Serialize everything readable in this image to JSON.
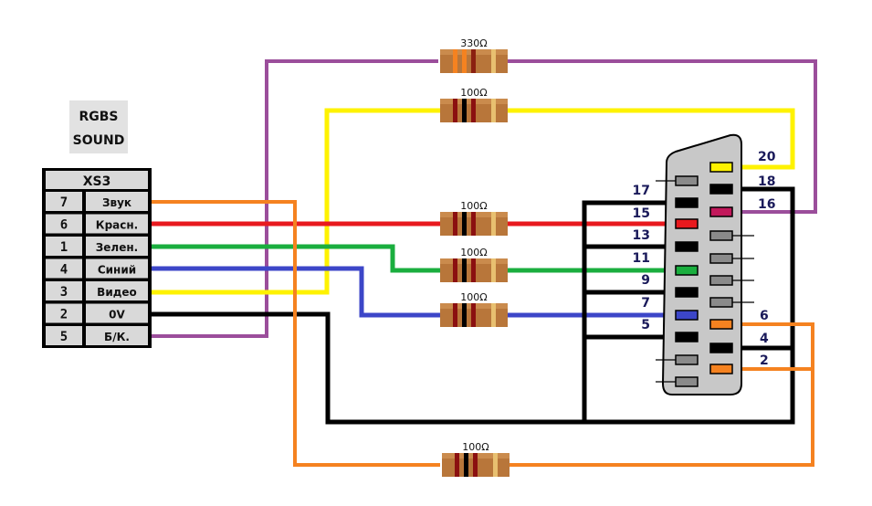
{
  "header": {
    "line1": "RGBS",
    "line2": "SOUND"
  },
  "connector_xs3": {
    "title": "XS3",
    "rows": [
      {
        "pin": "7",
        "signal": "Звук",
        "wire_color": "#f58220"
      },
      {
        "pin": "6",
        "signal": "Красн.",
        "wire_color": "#e8191e"
      },
      {
        "pin": "1",
        "signal": "Зелен.",
        "wire_color": "#1aae3e"
      },
      {
        "pin": "4",
        "signal": "Синий",
        "wire_color": "#3c46c8"
      },
      {
        "pin": "3",
        "signal": "Видео",
        "wire_color": "#fef200"
      },
      {
        "pin": "2",
        "signal": "0V",
        "wire_color": "#000000"
      },
      {
        "pin": "5",
        "signal": "Б/К.",
        "wire_color": "#9b4e9b"
      }
    ]
  },
  "resistors": [
    {
      "id": "r-blank",
      "label": "330Ω",
      "wire": "blank"
    },
    {
      "id": "r-video",
      "label": "100Ω",
      "wire": "video"
    },
    {
      "id": "r-red",
      "label": "100Ω",
      "wire": "red"
    },
    {
      "id": "r-green",
      "label": "100Ω",
      "wire": "green"
    },
    {
      "id": "r-blue",
      "label": "100Ω",
      "wire": "blue"
    },
    {
      "id": "r-audio",
      "label": "100Ω",
      "wire": "audio"
    }
  ],
  "scart": {
    "left_pins": [
      "17",
      "15",
      "13",
      "11",
      "9",
      "7",
      "5"
    ],
    "right_pins": [
      "20",
      "18",
      "16",
      "6",
      "4",
      "2"
    ]
  },
  "colors": {
    "audio": "#f58220",
    "red": "#e8191e",
    "green": "#1aae3e",
    "blue": "#3c46c8",
    "video": "#fef200",
    "ground": "#000000",
    "blank": "#9b4e9b",
    "blank_pin": "#c2185b",
    "connector_body": "#c8c8c8",
    "pin_gray": "#8a8a8a",
    "label_navy": "#1a1a5a"
  }
}
